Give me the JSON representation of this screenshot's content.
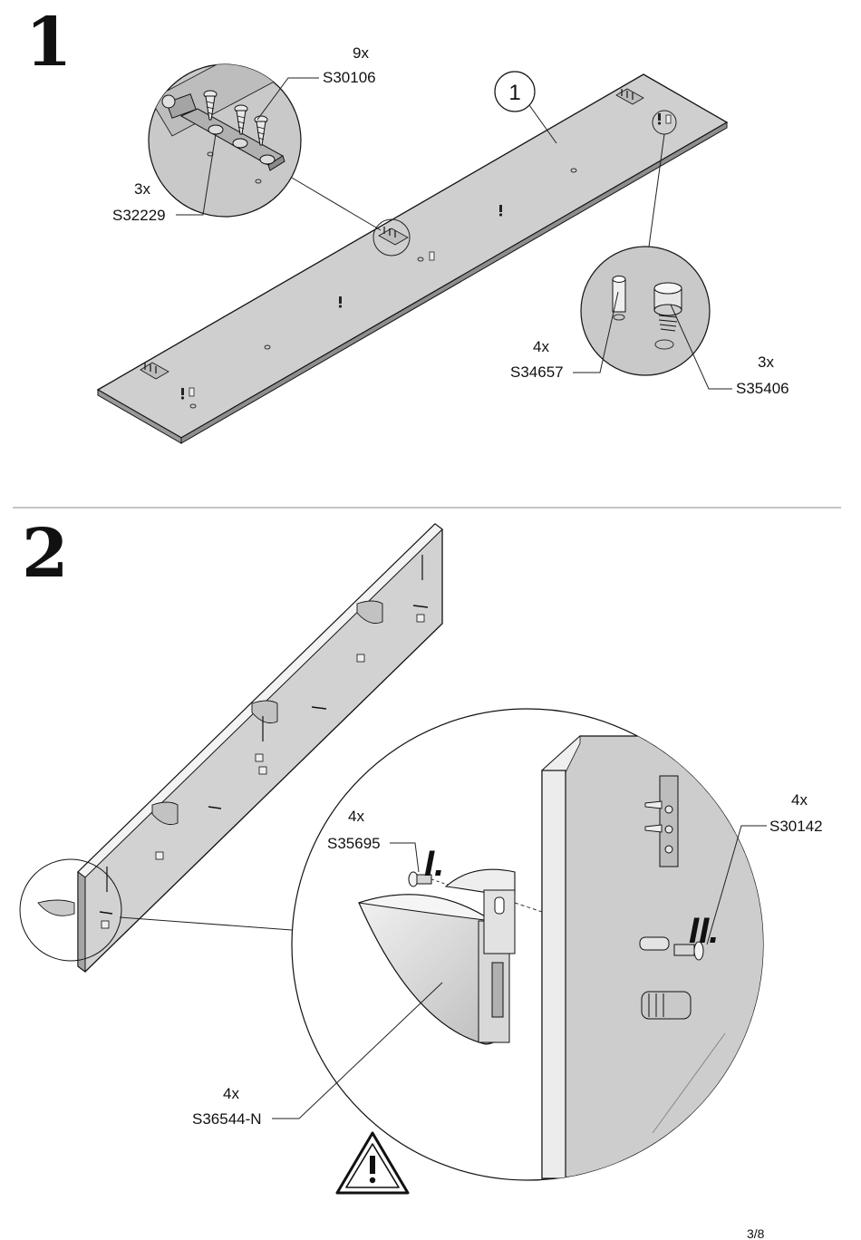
{
  "page_number": "3/8",
  "step1": {
    "number": "1",
    "panel_label": "1",
    "callouts": [
      {
        "qty": "9x",
        "code": "S30106"
      },
      {
        "qty": "3x",
        "code": "S32229"
      },
      {
        "qty": "4x",
        "code": "S34657"
      },
      {
        "qty": "3x",
        "code": "S35406"
      }
    ]
  },
  "step2": {
    "number": "2",
    "stage_markers": [
      "I.",
      "II."
    ],
    "callouts": [
      {
        "qty": "4x",
        "code": "S35695"
      },
      {
        "qty": "4x",
        "code": "S30142"
      },
      {
        "qty": "4x",
        "code": "S36544-N"
      }
    ],
    "warning_icon": "warning-triangle-icon"
  }
}
